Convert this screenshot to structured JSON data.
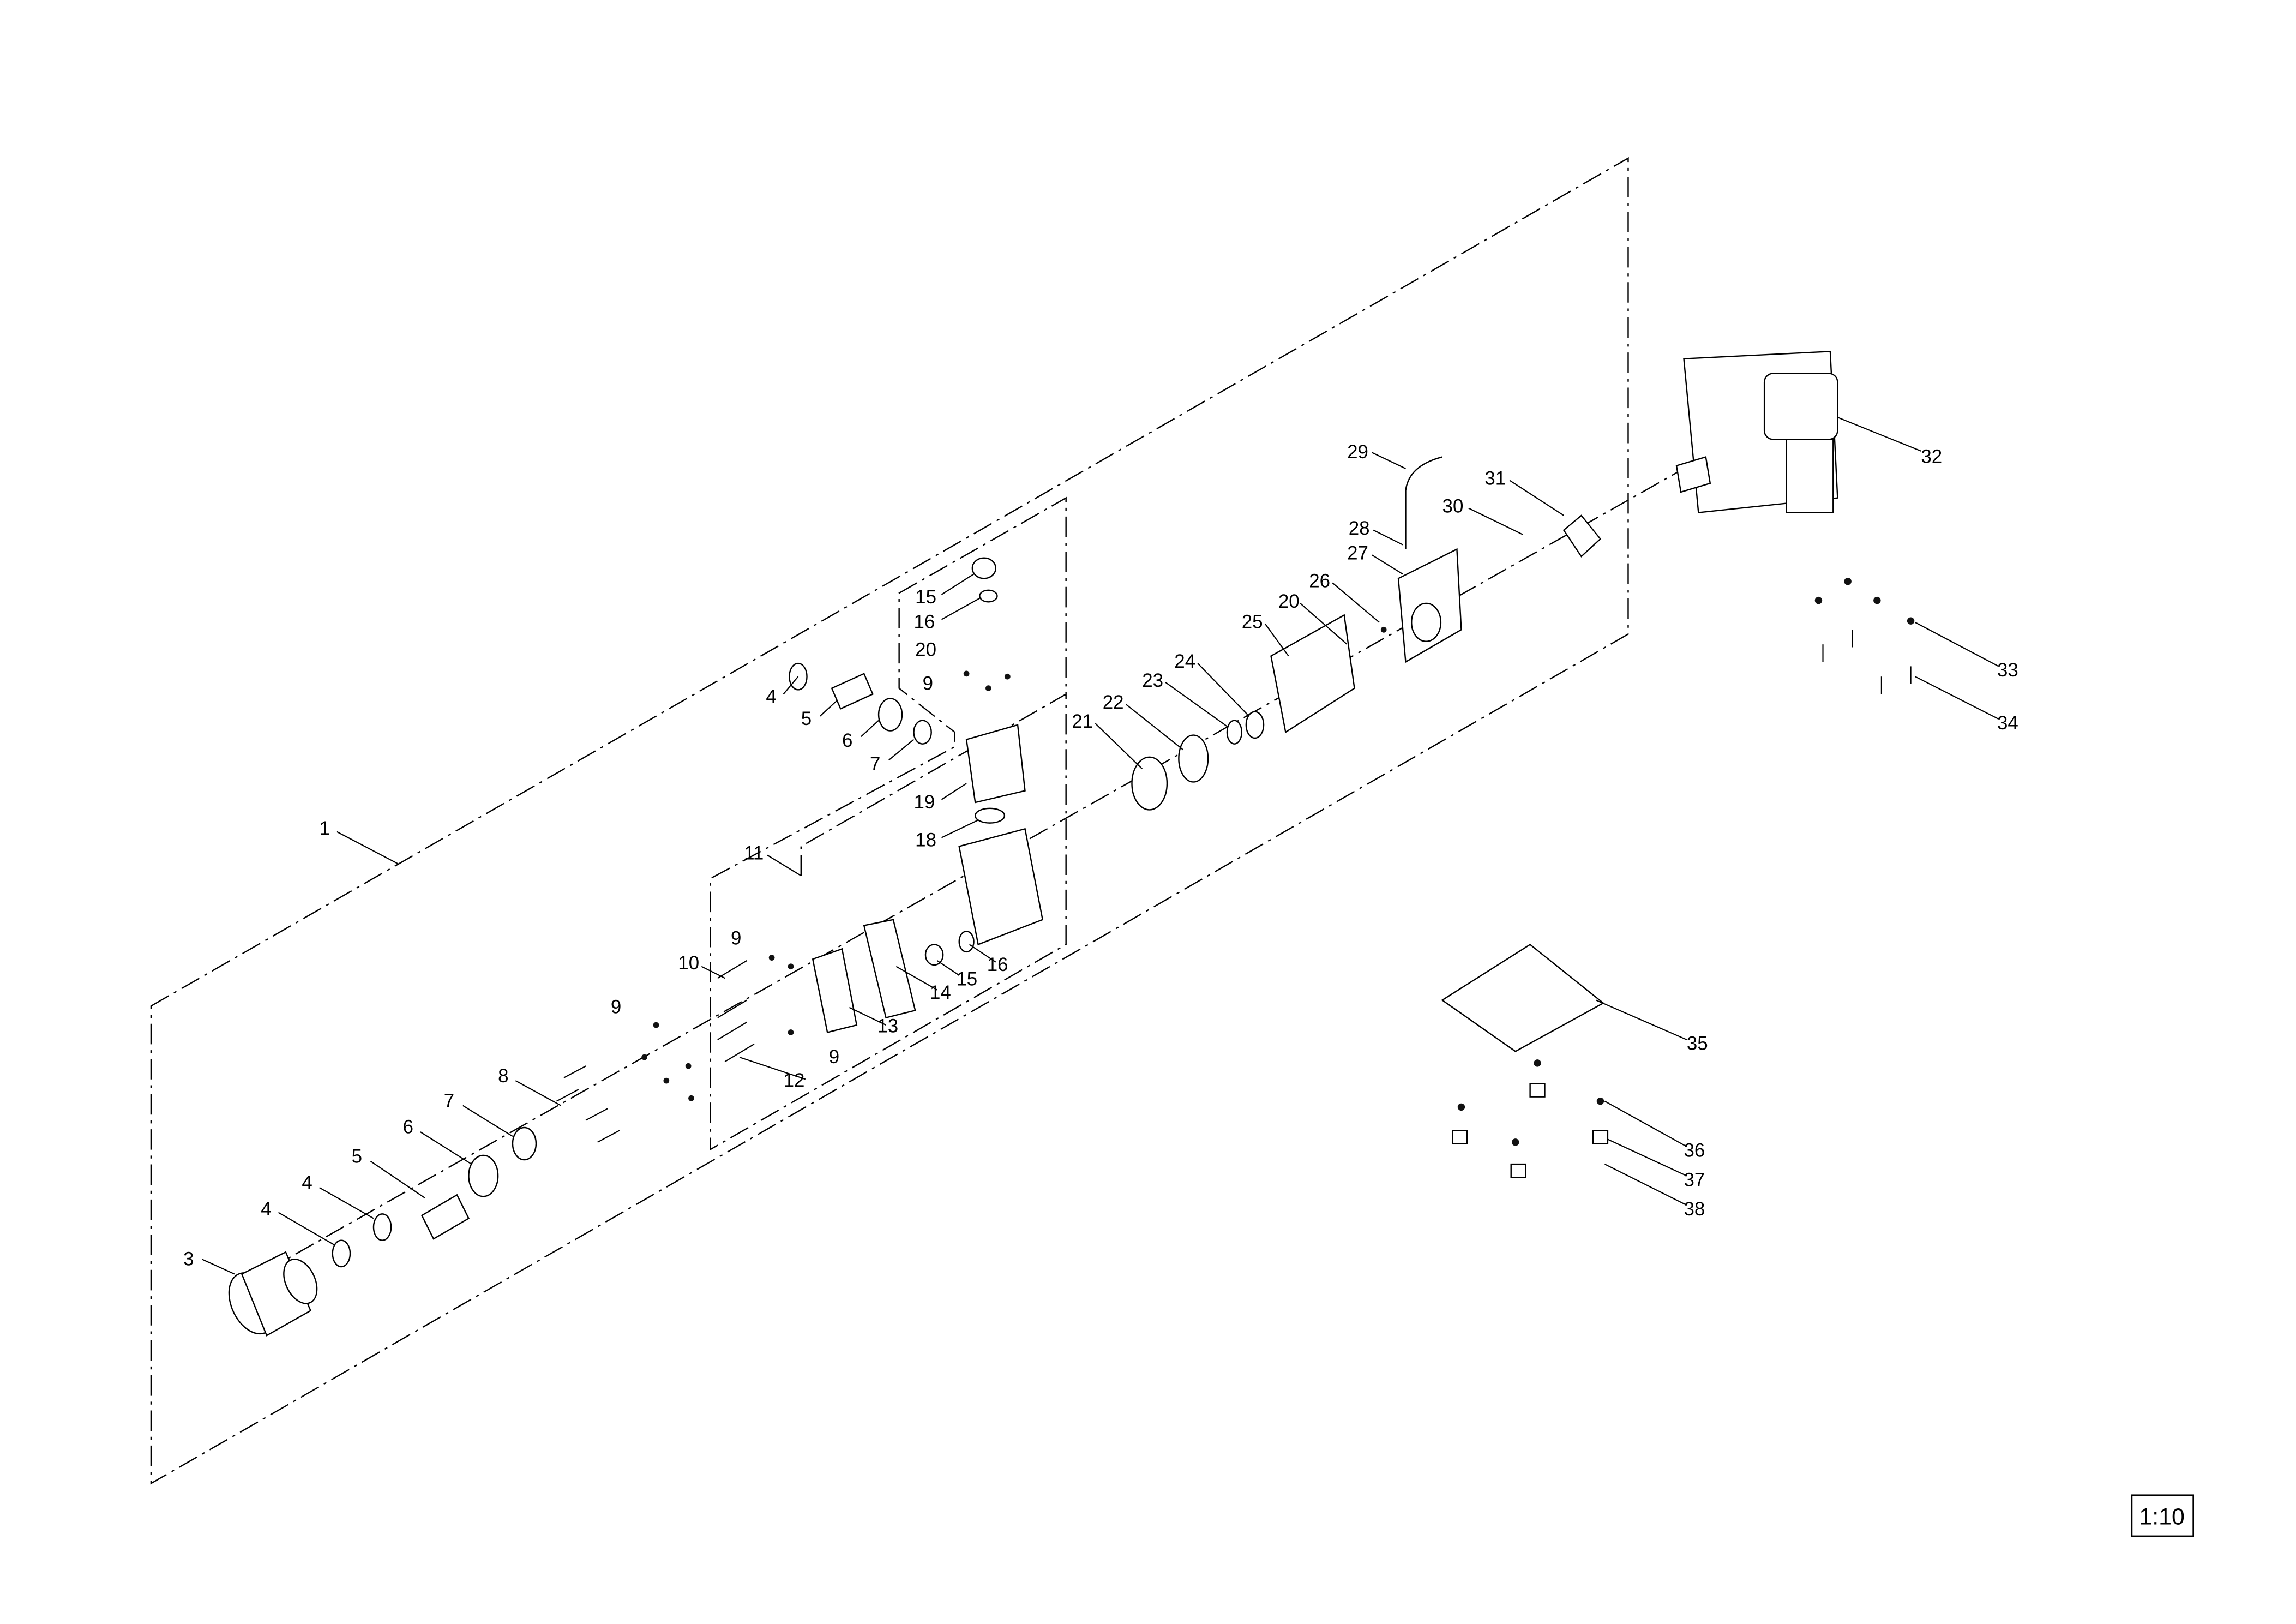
{
  "diagram": {
    "type": "exploded parts diagram",
    "scale": "1:10",
    "callouts": {
      "c1": "1",
      "c3": "3",
      "c4a": "4",
      "c4b": "4",
      "c4c": "4",
      "c5a": "5",
      "c5b": "5",
      "c6a": "6",
      "c6b": "6",
      "c7a": "7",
      "c7b": "7",
      "c8": "8",
      "c9a": "9",
      "c9b": "9",
      "c9c": "9",
      "c9d": "9",
      "c10": "10",
      "c11": "11",
      "c12": "12",
      "c13": "13",
      "c14": "14",
      "c15a": "15",
      "c15b": "15",
      "c16a": "16",
      "c16b": "16",
      "c18": "18",
      "c19": "19",
      "c20a": "20",
      "c20b": "20",
      "c21": "21",
      "c22": "22",
      "c23": "23",
      "c24": "24",
      "c25": "25",
      "c26": "26",
      "c27": "27",
      "c28": "28",
      "c29": "29",
      "c30": "30",
      "c31": "31",
      "c32": "32",
      "c33": "33",
      "c34": "34",
      "c35": "35",
      "c36": "36",
      "c37": "37",
      "c38": "38"
    }
  }
}
